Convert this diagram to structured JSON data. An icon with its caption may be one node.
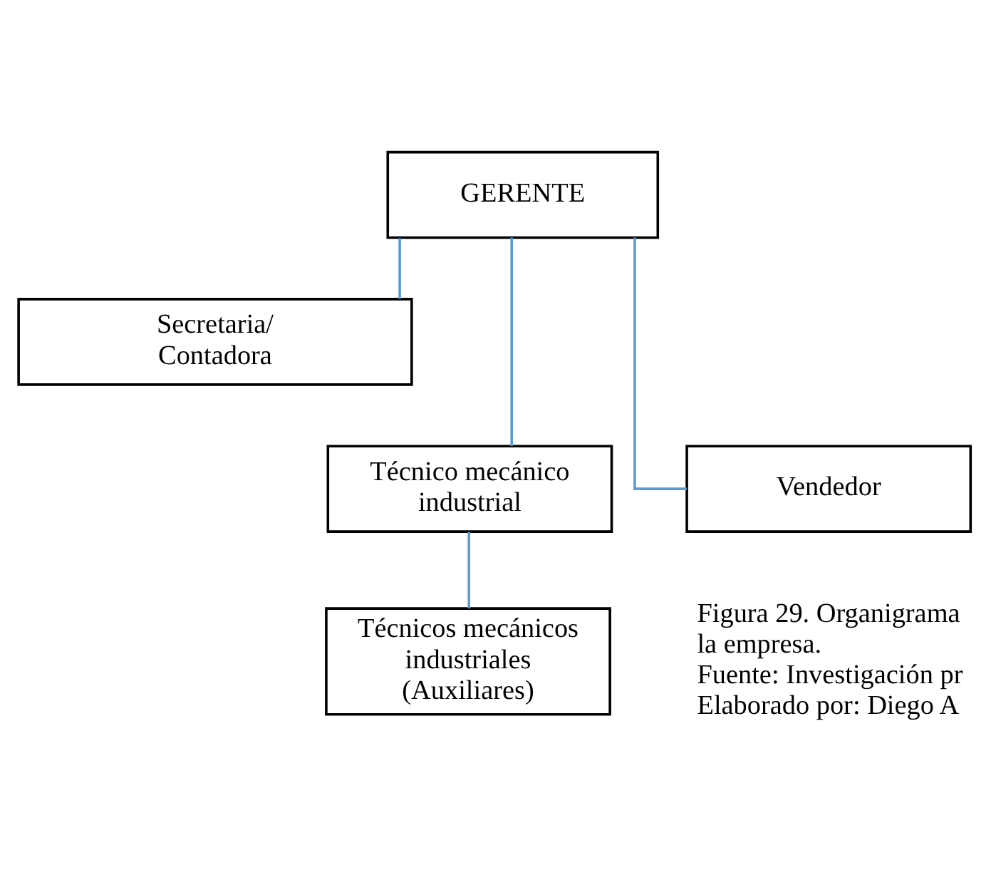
{
  "diagram": {
    "nodes": [
      {
        "text": [
          "GERENTE"
        ]
      },
      {
        "text": [
          "Secretaria/ Contadora"
        ]
      },
      {
        "text": [
          "Técnico mecánico industrial"
        ]
      },
      {
        "text": [
          "Vendedor"
        ]
      },
      {
        "text": [
          "Técnicos mecánicos industriales (Auxiliares)"
        ]
      }
    ],
    "edges": [
      {
        "from": 0,
        "to": 1,
        "arrow": "none"
      },
      {
        "from": 0,
        "to": 2,
        "arrow": "none"
      },
      {
        "from": 0,
        "to": 3,
        "arrow": "none"
      },
      {
        "from": 2,
        "to": 4,
        "arrow": "none"
      }
    ],
    "labels": [
      "Figura 29. Organigrama",
      "la empresa.",
      "Fuente: Investigación pr",
      "Elaborado por: Diego A"
    ]
  }
}
